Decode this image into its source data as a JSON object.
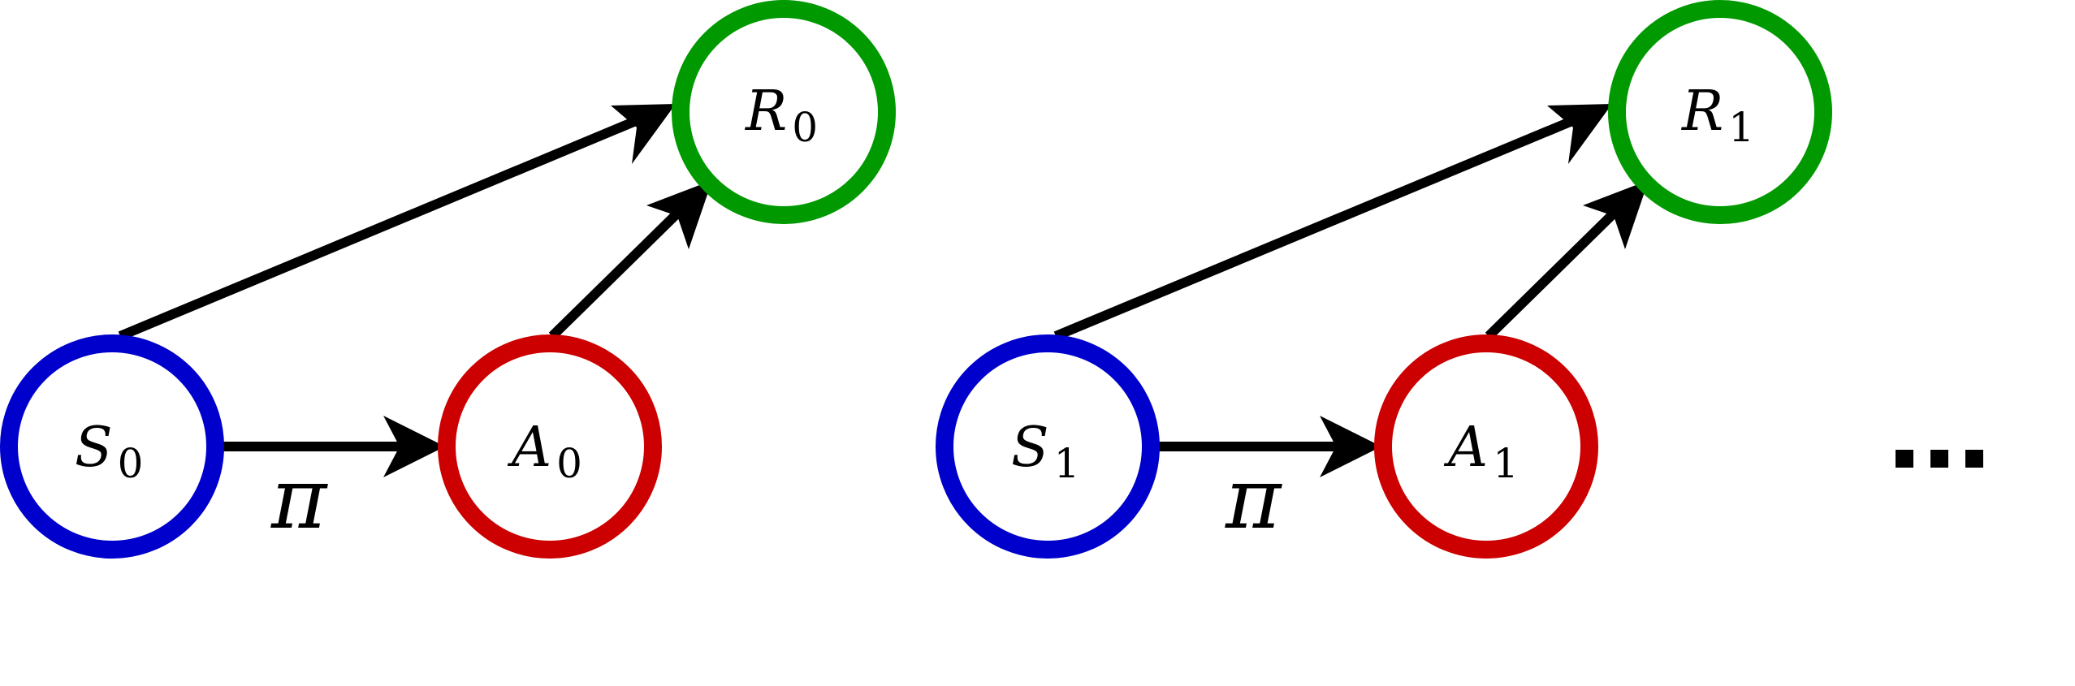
{
  "colors": {
    "state": "#0000cc",
    "action": "#cc0000",
    "reward": "#009900",
    "edge": "#000000",
    "background": "#ffffff"
  },
  "steps": [
    {
      "state": {
        "symbol": "S",
        "index": "0"
      },
      "action": {
        "symbol": "A",
        "index": "0"
      },
      "reward": {
        "symbol": "R",
        "index": "0"
      },
      "policy_label": "π"
    },
    {
      "state": {
        "symbol": "S",
        "index": "1"
      },
      "action": {
        "symbol": "A",
        "index": "1"
      },
      "reward": {
        "symbol": "R",
        "index": "1"
      },
      "policy_label": "π"
    }
  ]
}
